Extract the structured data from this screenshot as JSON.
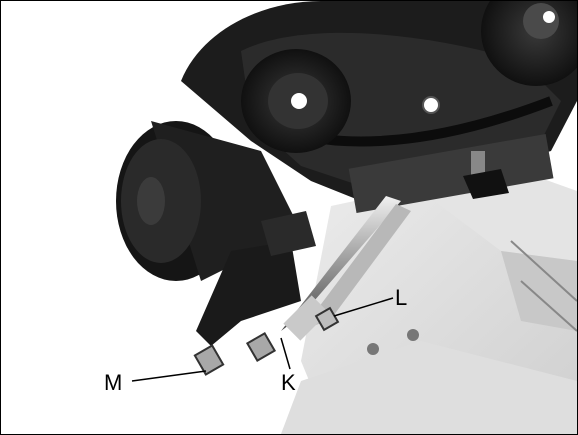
{
  "figure": {
    "callouts": [
      {
        "id": "M",
        "label": "M"
      },
      {
        "id": "K",
        "label": "K"
      },
      {
        "id": "L",
        "label": "L"
      }
    ]
  },
  "colors": {
    "border": "#000000",
    "machine_dark": "#1a1a1a",
    "machine_mid": "#555555",
    "machine_light": "#d9d9d9",
    "background": "#ffffff"
  }
}
